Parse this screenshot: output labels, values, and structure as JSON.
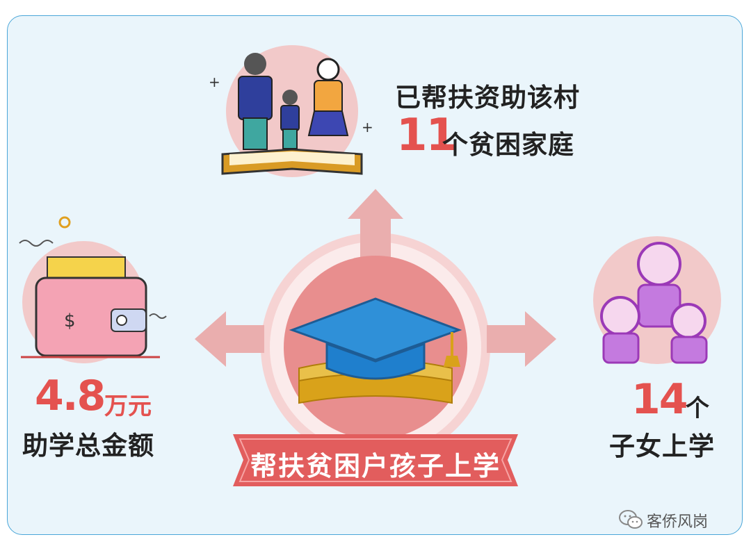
{
  "family": {
    "line1": "已帮扶资助该村",
    "count": "11",
    "line2": "个贫困家庭"
  },
  "fund": {
    "amount": "4.8",
    "unit": "万元",
    "label": "助学总金额"
  },
  "children": {
    "count": "14",
    "unit": "个",
    "label": "子女上学"
  },
  "center": {
    "banner": "帮扶贫困户孩子上学"
  },
  "watermark": {
    "label": "客侨风岗"
  },
  "colors": {
    "accent_red": "#e4524f",
    "panel_bg": "#eaf5fb",
    "panel_border": "#4aa6d8",
    "arrow_pink": "#eaaeae"
  },
  "icons": [
    "family-icon",
    "wallet-icon",
    "children-icon",
    "graduation-cap-icon",
    "wechat-icon"
  ]
}
